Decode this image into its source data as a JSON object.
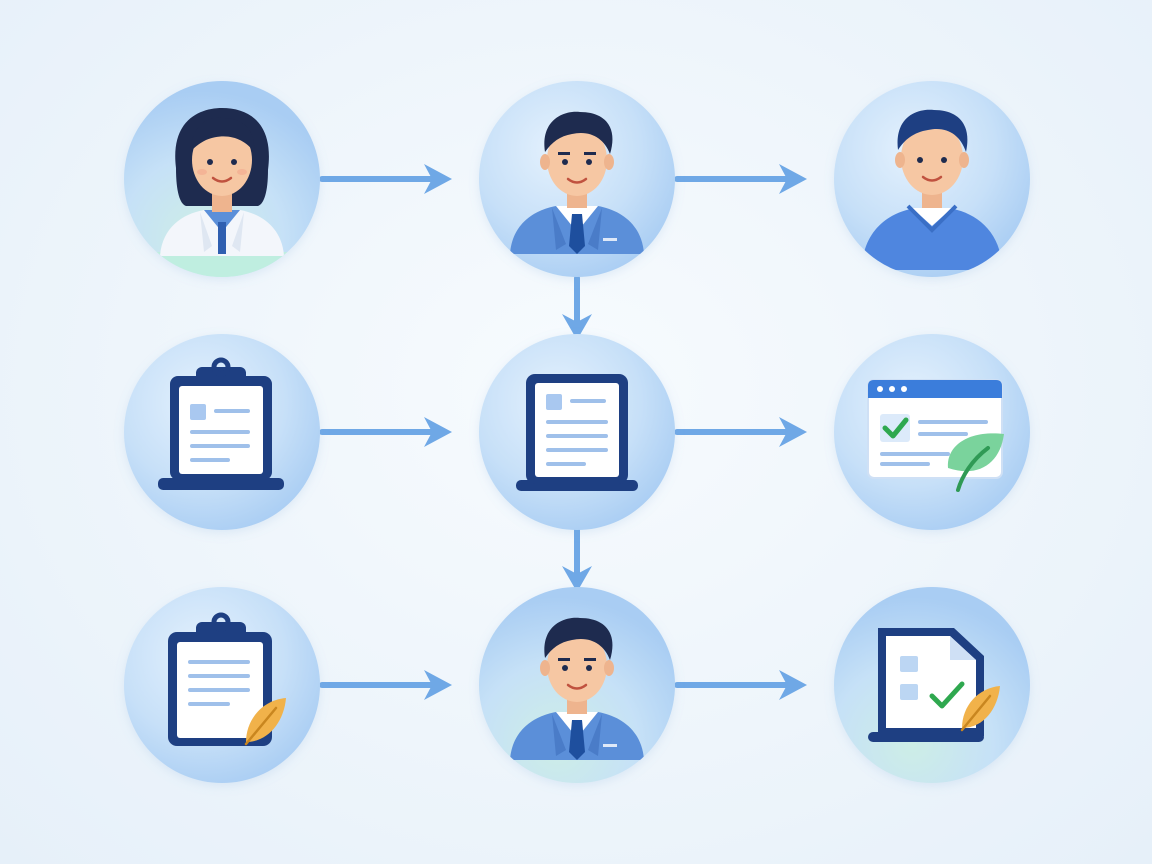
{
  "colors": {
    "background": "#eef5fb",
    "arrow": "#6fa8e6",
    "node_fill_light": "#dcecfb",
    "node_fill_dark": "#a9cdf3",
    "node_accent_green": "#c8f0e0",
    "navy": "#1e3f82",
    "suit_blue": "#5b8fd9",
    "skin": "#f6c7a3",
    "hair": "#1e2b4f",
    "check_green": "#2fa84f",
    "leaf_green": "#4fc37a",
    "quill_orange": "#f1b24a"
  },
  "nodes": [
    {
      "id": "female-professional",
      "icon": "female-professional-icon",
      "row": 1,
      "col": 1
    },
    {
      "id": "businessman",
      "icon": "businessman-icon",
      "row": 1,
      "col": 2
    },
    {
      "id": "person-sweater",
      "icon": "person-sweater-icon",
      "row": 1,
      "col": 3
    },
    {
      "id": "clipboard",
      "icon": "clipboard-icon",
      "row": 2,
      "col": 1
    },
    {
      "id": "document",
      "icon": "document-icon",
      "row": 2,
      "col": 2
    },
    {
      "id": "approved-browser",
      "icon": "approved-browser-icon",
      "row": 2,
      "col": 3
    },
    {
      "id": "signed-clipboard",
      "icon": "signed-clipboard-icon",
      "row": 3,
      "col": 1
    },
    {
      "id": "businessman-2",
      "icon": "businessman-icon",
      "row": 3,
      "col": 2
    },
    {
      "id": "signed-checklist",
      "icon": "signed-checklist-icon",
      "row": 3,
      "col": 3
    }
  ],
  "edges": [
    {
      "from": "female-professional",
      "to": "businessman",
      "direction": "right"
    },
    {
      "from": "businessman",
      "to": "person-sweater",
      "direction": "right"
    },
    {
      "from": "businessman",
      "to": "document",
      "direction": "down"
    },
    {
      "from": "clipboard",
      "to": "document",
      "direction": "right"
    },
    {
      "from": "document",
      "to": "approved-browser",
      "direction": "right"
    },
    {
      "from": "document",
      "to": "businessman-2",
      "direction": "down"
    },
    {
      "from": "signed-clipboard",
      "to": "businessman-2",
      "direction": "right"
    },
    {
      "from": "businessman-2",
      "to": "signed-checklist",
      "direction": "right"
    }
  ]
}
